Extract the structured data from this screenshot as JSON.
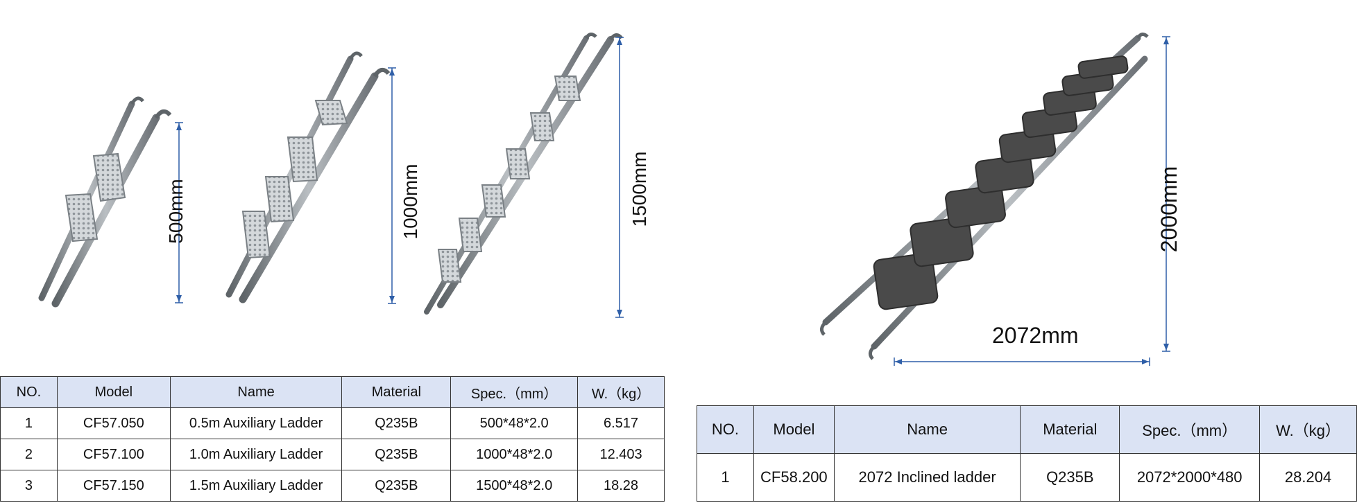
{
  "dimensions": {
    "ladder1_height": "500mm",
    "ladder2_height": "1000mm",
    "ladder3_height": "1500mm",
    "ladder4_height": "2000mm",
    "ladder4_length": "2072mm"
  },
  "table1": {
    "headers": [
      "NO.",
      "Model",
      "Name",
      "Material",
      "Spec.（mm）",
      "W.（kg）"
    ],
    "rows": [
      [
        "1",
        "CF57.050",
        "0.5m Auxiliary Ladder",
        "Q235B",
        "500*48*2.0",
        "6.517"
      ],
      [
        "2",
        "CF57.100",
        "1.0m Auxiliary Ladder",
        "Q235B",
        "1000*48*2.0",
        "12.403"
      ],
      [
        "3",
        "CF57.150",
        "1.5m Auxiliary Ladder",
        "Q235B",
        "1500*48*2.0",
        "18.28"
      ]
    ]
  },
  "table2": {
    "headers": [
      "NO.",
      "Model",
      "Name",
      "Material",
      "Spec.（mm）",
      "W.（kg）"
    ],
    "rows": [
      [
        "1",
        "CF58.200",
        "2072 Inclined ladder",
        "Q235B",
        "2072*2000*480",
        "28.204"
      ]
    ]
  },
  "colors": {
    "dimension_line": "#2f5fa8",
    "header_fill": "#dbe3f4",
    "rail": "#8a8f94",
    "step_metal": "#c9cdd1",
    "step_rubber": "#4a4a4a"
  }
}
